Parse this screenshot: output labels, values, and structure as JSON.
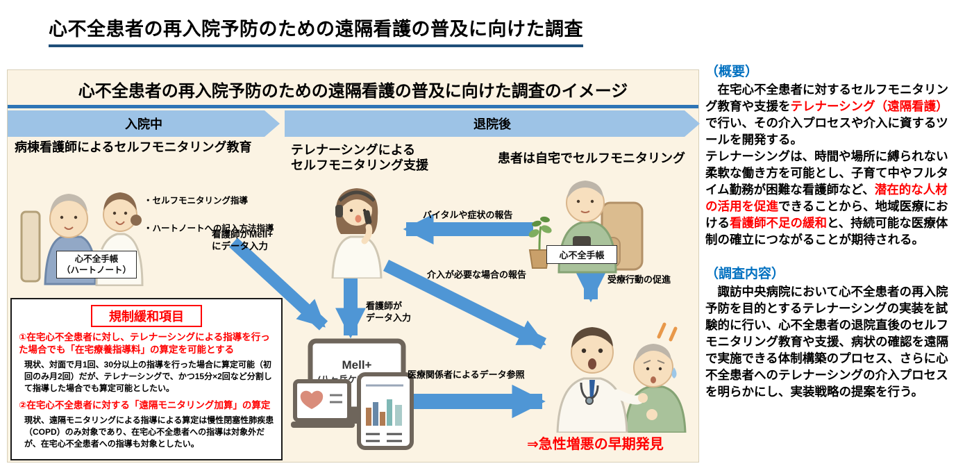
{
  "page_title": "心不全患者の再入院予防のための遠隔看護の普及に向けた調査",
  "diagram": {
    "title": "心不全患者の再入院予防のための遠隔看護の普及に向けた調査のイメージ",
    "phases": {
      "inpatient": "入院中",
      "post_discharge": "退院後"
    },
    "hospital": {
      "title": "病棟看護師によるセルフモニタリング教育",
      "bullets": [
        "・セルフモニタリング指導",
        "・ハートノートへの記入方法指導"
      ],
      "notebook_label": "心不全手帳\n（ハートノート）",
      "nurse_input_label": "看護師がMell+\nにデータ入力"
    },
    "telenursing": {
      "title": "テレナーシングによる\nセルフモニタリング支援",
      "data_input_label": "看護師が\nデータ入力"
    },
    "home": {
      "title": "患者は自宅でセルフモニタリング",
      "notebook_label": "心不全手帳"
    },
    "arrow_labels": {
      "vitals_report": "バイタルや症状の報告",
      "intervention_report": "介入が必要な場合の報告",
      "care_seeking": "受療行動の促進",
      "data_reference": "医療関係者によるデータ参照"
    },
    "device": {
      "name": "Mell+",
      "subname": "(八ヶ岳ケアネット)"
    },
    "outcome": "⇒急性増悪の早期発見",
    "regulation": {
      "title": "規制緩和項目",
      "item1": "①在宅心不全患者に対し、テレナーシングによる指導を行った場合でも「在宅療養指導料」の算定を可能とする",
      "item1_desc": "現状、対面で月1回、30分以上の指導を行った場合に算定可能（初回のみ月2回）だが、テレナーシングで、かつ15分×2回など分割して指導した場合でも算定可能としたい。",
      "item2": "②在宅心不全患者に対する「遠隔モニタリング加算」の算定",
      "item2_desc": "現状、遠隔モニタリングによる指導による算定は慢性閉塞性肺疾患（COPD）のみ対象であり、在宅心不全患者への指導は対象外だが、在宅心不全患者への指導も対象としたい。"
    }
  },
  "sidebar": {
    "overview_header": "（概要）",
    "overview_p1": [
      {
        "t": "　在宅心不全患者に対するセルフモニタリング教育や支援を",
        "c": "black"
      },
      {
        "t": "テレナーシング（遠隔看護）",
        "c": "red"
      },
      {
        "t": "で行い、その介入プロセスや介入に資するツールを開発する。",
        "c": "black"
      }
    ],
    "overview_p2": [
      {
        "t": "テレナーシングは、時間や場所に縛られない柔軟な働き方を可能とし、子育て中やフルタイム勤務が困難な看護師など、",
        "c": "black"
      },
      {
        "t": "潜在的な人材の活用を促進",
        "c": "red"
      },
      {
        "t": "できることから、地域医療における",
        "c": "black"
      },
      {
        "t": "看護師不足の緩和",
        "c": "red"
      },
      {
        "t": "と、持続可能な医療体制の確立につながることが期待される。",
        "c": "black"
      }
    ],
    "survey_header": "（調査内容）",
    "survey_p1": "　諏訪中央病院において心不全患者の再入院予防を目的とするテレナーシングの実装を試験的に行い、心不全患者の退院直後のセルフモニタリング教育や支援、病状の確認を遠隔で実施できる体制構築のプロセス、さらに心不全患者へのテレナーシングの介入プロセスを明らかにし、実装戦略の提案を行う。"
  },
  "colors": {
    "arrow_blue": "#4F96D5",
    "band_blue": "#9DC3E6",
    "timeline_blue": "#2E75B6",
    "title_underline_navy": "#1F4E79",
    "sidebar_header_blue": "#0070C0",
    "highlight_red": "#FF0000",
    "panel_cream": "#FBF3E3"
  }
}
